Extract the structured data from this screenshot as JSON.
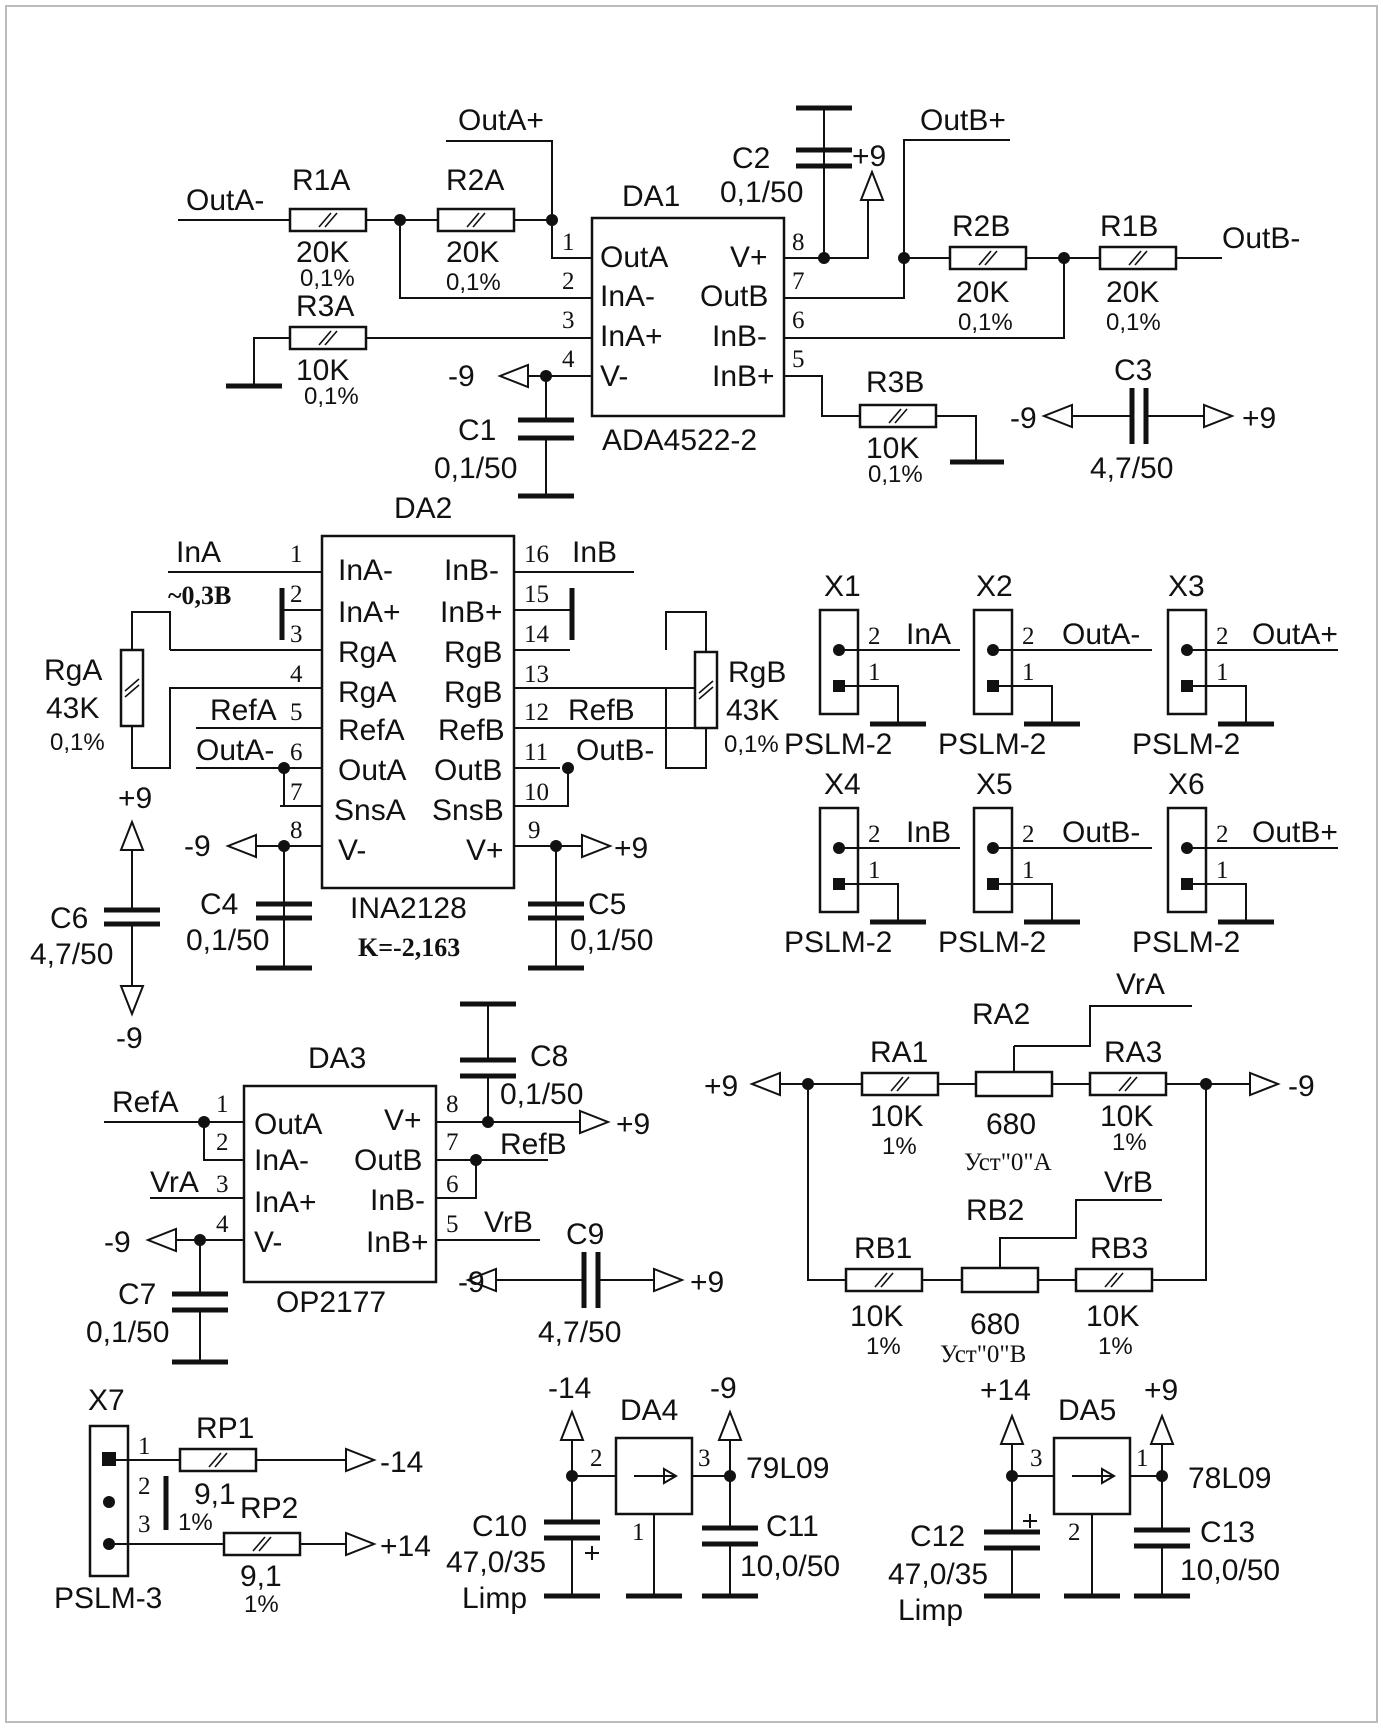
{
  "diagram": {
    "blocks": [
      {
        "id": "DA1",
        "part": "ADA4522-2",
        "left_pins": [
          {
            "n": "1",
            "name": "OutA"
          },
          {
            "n": "2",
            "name": "InA-"
          },
          {
            "n": "3",
            "name": "InA+"
          },
          {
            "n": "4",
            "name": "V-"
          }
        ],
        "right_pins": [
          {
            "n": "8",
            "name": "V+"
          },
          {
            "n": "7",
            "name": "OutB"
          },
          {
            "n": "6",
            "name": "InB-"
          },
          {
            "n": "5",
            "name": "InB+"
          }
        ]
      },
      {
        "id": "DA2",
        "part": "INA2128",
        "gain": "K=-2,163",
        "left_pins": [
          {
            "n": "1",
            "name": "InA-"
          },
          {
            "n": "2",
            "name": "InA+"
          },
          {
            "n": "3",
            "name": "RgA"
          },
          {
            "n": "4",
            "name": "RgA"
          },
          {
            "n": "5",
            "name": "RefA"
          },
          {
            "n": "6",
            "name": "OutA"
          },
          {
            "n": "7",
            "name": "SnsA"
          },
          {
            "n": "8",
            "name": "V-"
          }
        ],
        "right_pins": [
          {
            "n": "16",
            "name": "InB-"
          },
          {
            "n": "15",
            "name": "InB+"
          },
          {
            "n": "14",
            "name": "RgB"
          },
          {
            "n": "13",
            "name": "RgB"
          },
          {
            "n": "12",
            "name": "RefB"
          },
          {
            "n": "11",
            "name": "OutB"
          },
          {
            "n": "10",
            "name": "SnsB"
          },
          {
            "n": "9",
            "name": "V+"
          }
        ]
      },
      {
        "id": "DA3",
        "part": "OP2177",
        "left_pins": [
          {
            "n": "1",
            "name": "OutA"
          },
          {
            "n": "2",
            "name": "InA-"
          },
          {
            "n": "3",
            "name": "InA+"
          },
          {
            "n": "4",
            "name": "V-"
          }
        ],
        "right_pins": [
          {
            "n": "8",
            "name": "V+"
          },
          {
            "n": "7",
            "name": "OutB"
          },
          {
            "n": "6",
            "name": "InB-"
          },
          {
            "n": "5",
            "name": "InB+"
          }
        ]
      },
      {
        "id": "DA4",
        "part": "79L09",
        "pins": {
          "in": "2",
          "out": "3",
          "gnd": "1"
        }
      },
      {
        "id": "DA5",
        "part": "78L09",
        "pins": {
          "in": "3",
          "out": "1",
          "gnd": "2"
        }
      }
    ],
    "resistors": [
      {
        "id": "R1A",
        "value": "20K",
        "tol": "0,1%"
      },
      {
        "id": "R2A",
        "value": "20K",
        "tol": "0,1%"
      },
      {
        "id": "R3A",
        "value": "10K",
        "tol": "0,1%"
      },
      {
        "id": "R2B",
        "value": "20K",
        "tol": "0,1%"
      },
      {
        "id": "R1B",
        "value": "20K",
        "tol": "0,1%"
      },
      {
        "id": "R3B",
        "value": "10K",
        "tol": "0,1%"
      },
      {
        "id": "RgA",
        "value": "43K",
        "tol": "0,1%"
      },
      {
        "id": "RgB",
        "value": "43K",
        "tol": "0,1%"
      },
      {
        "id": "RA1",
        "value": "10K",
        "tol": "1%"
      },
      {
        "id": "RA2",
        "value": "680",
        "note": "Уст\"0\"А"
      },
      {
        "id": "RA3",
        "value": "10K",
        "tol": "1%"
      },
      {
        "id": "RB1",
        "value": "10K",
        "tol": "1%"
      },
      {
        "id": "RB2",
        "value": "680",
        "note": "Уст\"0\"В"
      },
      {
        "id": "RB3",
        "value": "10K",
        "tol": "1%"
      },
      {
        "id": "RP1",
        "value": "9,1",
        "tol": "1%"
      },
      {
        "id": "RP2",
        "value": "9,1",
        "tol": "1%"
      }
    ],
    "capacitors": [
      {
        "id": "C1",
        "value": "0,1/50"
      },
      {
        "id": "C2",
        "value": "0,1/50"
      },
      {
        "id": "C3",
        "value": "4,7/50"
      },
      {
        "id": "C4",
        "value": "0,1/50"
      },
      {
        "id": "C5",
        "value": "0,1/50"
      },
      {
        "id": "C6",
        "value": "4,7/50"
      },
      {
        "id": "C7",
        "value": "0,1/50"
      },
      {
        "id": "C8",
        "value": "0,1/50"
      },
      {
        "id": "C9",
        "value": "4,7/50"
      },
      {
        "id": "C10",
        "value": "47,0/35",
        "note": "Limp"
      },
      {
        "id": "C11",
        "value": "10,0/50"
      },
      {
        "id": "C12",
        "value": "47,0/35",
        "note": "Limp"
      },
      {
        "id": "C13",
        "value": "10,0/50"
      }
    ],
    "connectors": [
      {
        "id": "X1",
        "type": "PSLM-2",
        "signal": "InA",
        "pins": [
          "2",
          "1"
        ]
      },
      {
        "id": "X2",
        "type": "PSLM-2",
        "signal": "OutA-",
        "pins": [
          "2",
          "1"
        ]
      },
      {
        "id": "X3",
        "type": "PSLM-2",
        "signal": "OutA+",
        "pins": [
          "2",
          "1"
        ]
      },
      {
        "id": "X4",
        "type": "PSLM-2",
        "signal": "InB",
        "pins": [
          "2",
          "1"
        ]
      },
      {
        "id": "X5",
        "type": "PSLM-2",
        "signal": "OutB-",
        "pins": [
          "2",
          "1"
        ]
      },
      {
        "id": "X6",
        "type": "PSLM-2",
        "signal": "OutB+",
        "pins": [
          "2",
          "1"
        ]
      },
      {
        "id": "X7",
        "type": "PSLM-3",
        "pins": [
          "1",
          "2",
          "3"
        ]
      }
    ],
    "nets": {
      "outa_plus": "OutA+",
      "outa_minus": "OutA-",
      "outb_plus": "OutB+",
      "outb_minus": "OutB-",
      "ina": "InA",
      "inb": "InB",
      "refa": "RefA",
      "refb": "RefB",
      "vra": "VrA",
      "vrb": "VrB",
      "vpos": "+9",
      "vneg": "-9",
      "vin_neg": "-14",
      "vin_pos": "+14",
      "ina_level": "~0,3B"
    }
  }
}
